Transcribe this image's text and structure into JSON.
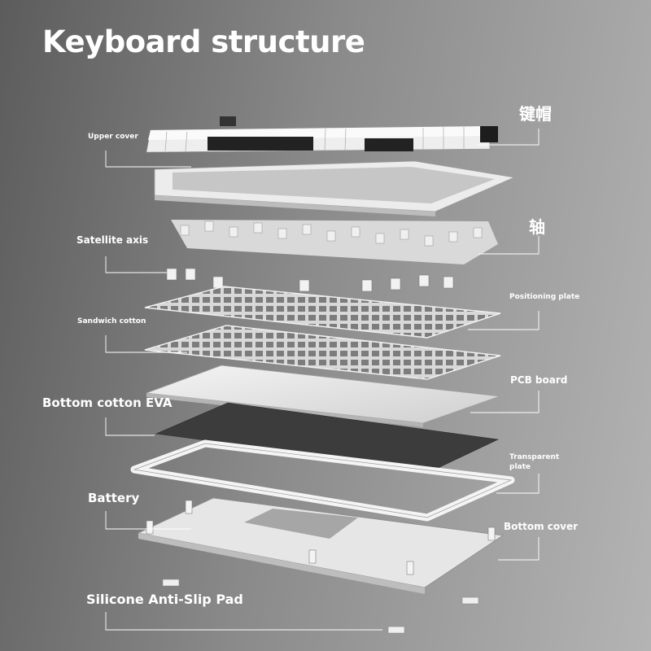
{
  "title": "Keyboard structure",
  "labels": {
    "keycap_cn": "键帽",
    "upper_cover": "Upper cover",
    "switch_cn": "轴",
    "satellite_axis": "Satellite axis",
    "positioning_plate": "Positioning plate",
    "sandwich_cotton": "Sandwich cotton",
    "pcb_board": "PCB board",
    "bottom_cotton_eva": "Bottom cotton EVA",
    "transparent_plate": "Transparent plate",
    "battery": "Battery",
    "bottom_cover": "Bottom cover",
    "silicone_pad": "Silicone Anti-Slip Pad"
  },
  "colors": {
    "label_text": "#ffffff",
    "leader_line": "#ffffff",
    "keycap_white": "#f2f2f2",
    "keycap_dark": "#222222",
    "plate_light": "#dcdcdc",
    "eva_dark": "#3c3c3c"
  }
}
